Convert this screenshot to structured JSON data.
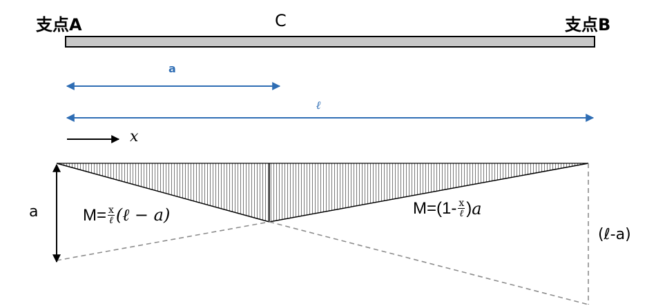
{
  "labels": {
    "support_a": "支点A",
    "point_c": "C",
    "support_b": "支点B",
    "dim_a": "a",
    "dim_l": "ℓ",
    "x_axis": "x",
    "height_a": "a",
    "height_la": "(ℓ-a)"
  },
  "formula_left": {
    "prefix": "M=",
    "frac_num": "x",
    "frac_den": "ℓ",
    "suffix": "(ℓ − a)"
  },
  "formula_right": {
    "prefix": "M=(1-",
    "frac_num": "x",
    "frac_den": "ℓ",
    "suffix_paren": ")",
    "suffix_var": "a"
  },
  "colors": {
    "beam_fill": "#C8C8C8",
    "dimension_blue": "#2E6DB4",
    "dashed_gray": "#8C8C8C",
    "hatch": "#555555"
  }
}
